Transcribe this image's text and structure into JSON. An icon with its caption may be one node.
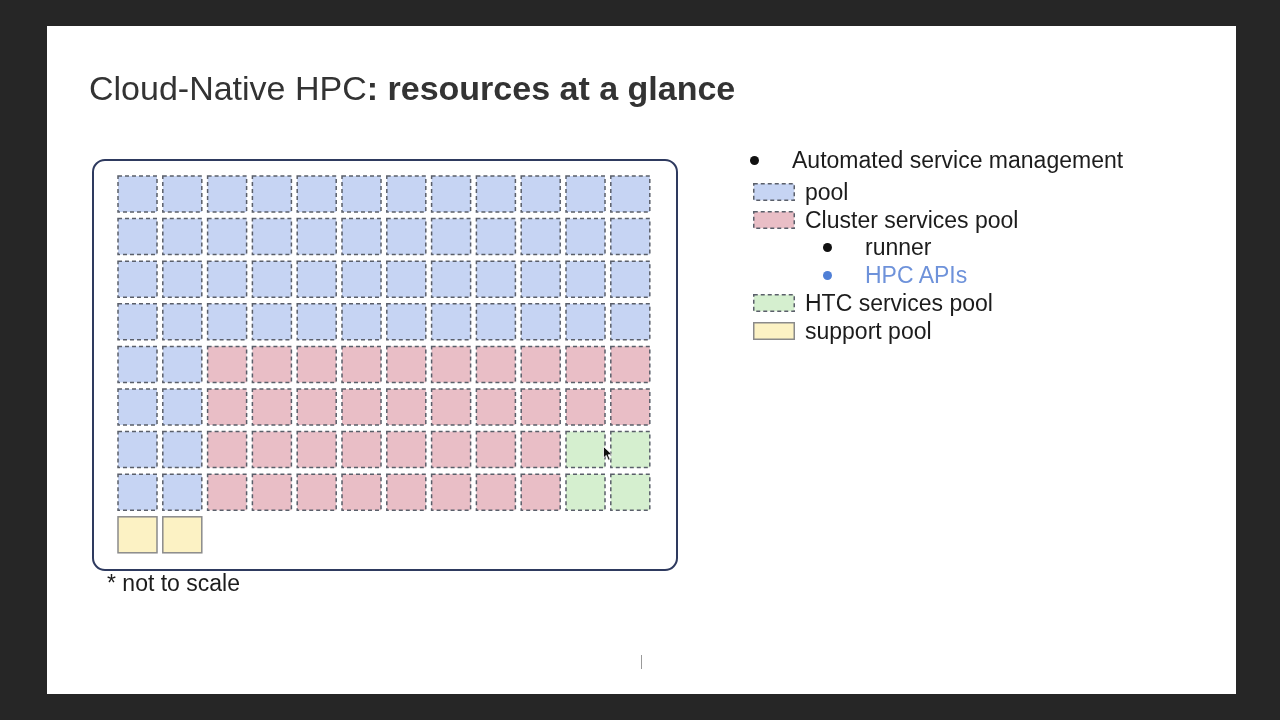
{
  "diagram": {
    "title": "Cloud-Native HPC**: resources at a glance**",
    "labels": [
      "Automated service management",
      "runner",
      "HPC APIs",
      "* not to scale"
    ],
    "legend": [
      {
        "text": "pool",
        "color": "#c6d4f3"
      },
      {
        "text": "Cluster services pool",
        "color": "#e9bec6"
      },
      {
        "text": "HTC services pool",
        "color": "#d5efcf"
      },
      {
        "text": "support pool",
        "color": "#fcf2c4"
      }
    ]
  }
}
